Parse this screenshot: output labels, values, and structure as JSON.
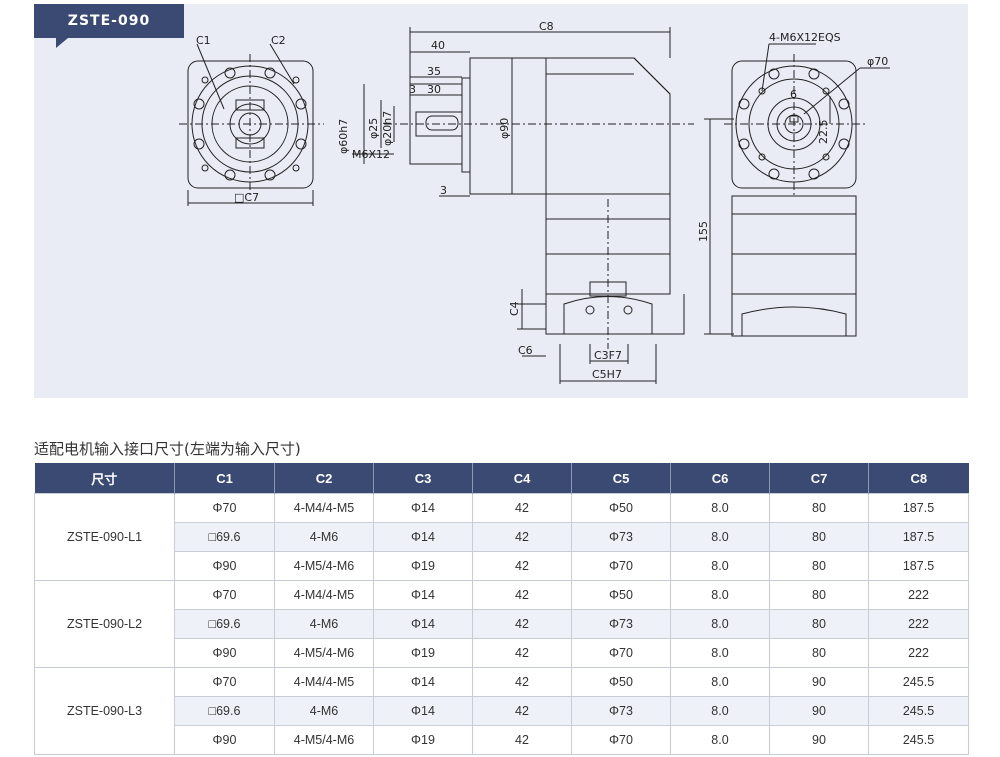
{
  "badge": "ZSTE-090",
  "labels": {
    "c1": "C1",
    "c2": "C2",
    "c7_square": "□C7",
    "c8": "C8",
    "d40": "40",
    "d35": "35",
    "d3_top": "3",
    "d30": "30",
    "phi60h7": "φ60h7",
    "phi25": "φ25",
    "phi20h7": "φ20h7",
    "phi90": "φ90",
    "m6x12": "M6X12",
    "d3_bottom": "3",
    "d155": "155",
    "c4": "C4",
    "c6": "C6",
    "c3f7": "C3F7",
    "c5h7": "C5H7",
    "m6x12eqs": "4-M6X12EQS",
    "phi70": "φ70",
    "d6": "6",
    "d22_5": "22.5"
  },
  "section_title": "适配电机输入接口尺寸(左端为输入尺寸)",
  "table": {
    "headers": [
      "尺寸",
      "C1",
      "C2",
      "C3",
      "C4",
      "C5",
      "C6",
      "C7",
      "C8"
    ],
    "groups": [
      {
        "model": "ZSTE-090-L1",
        "rows": [
          [
            "Φ70",
            "4-M4/4-M5",
            "Φ14",
            "42",
            "Φ50",
            "8.0",
            "80",
            "187.5"
          ],
          [
            "□69.6",
            "4-M6",
            "Φ14",
            "42",
            "Φ73",
            "8.0",
            "80",
            "187.5"
          ],
          [
            "Φ90",
            "4-M5/4-M6",
            "Φ19",
            "42",
            "Φ70",
            "8.0",
            "80",
            "187.5"
          ]
        ]
      },
      {
        "model": "ZSTE-090-L2",
        "rows": [
          [
            "Φ70",
            "4-M4/4-M5",
            "Φ14",
            "42",
            "Φ50",
            "8.0",
            "80",
            "222"
          ],
          [
            "□69.6",
            "4-M6",
            "Φ14",
            "42",
            "Φ73",
            "8.0",
            "80",
            "222"
          ],
          [
            "Φ90",
            "4-M5/4-M6",
            "Φ19",
            "42",
            "Φ70",
            "8.0",
            "80",
            "222"
          ]
        ]
      },
      {
        "model": "ZSTE-090-L3",
        "rows": [
          [
            "Φ70",
            "4-M4/4-M5",
            "Φ14",
            "42",
            "Φ50",
            "8.0",
            "90",
            "245.5"
          ],
          [
            "□69.6",
            "4-M6",
            "Φ14",
            "42",
            "Φ73",
            "8.0",
            "90",
            "245.5"
          ],
          [
            "Φ90",
            "4-M5/4-M6",
            "Φ19",
            "42",
            "Φ70",
            "8.0",
            "90",
            "245.5"
          ]
        ]
      }
    ]
  }
}
